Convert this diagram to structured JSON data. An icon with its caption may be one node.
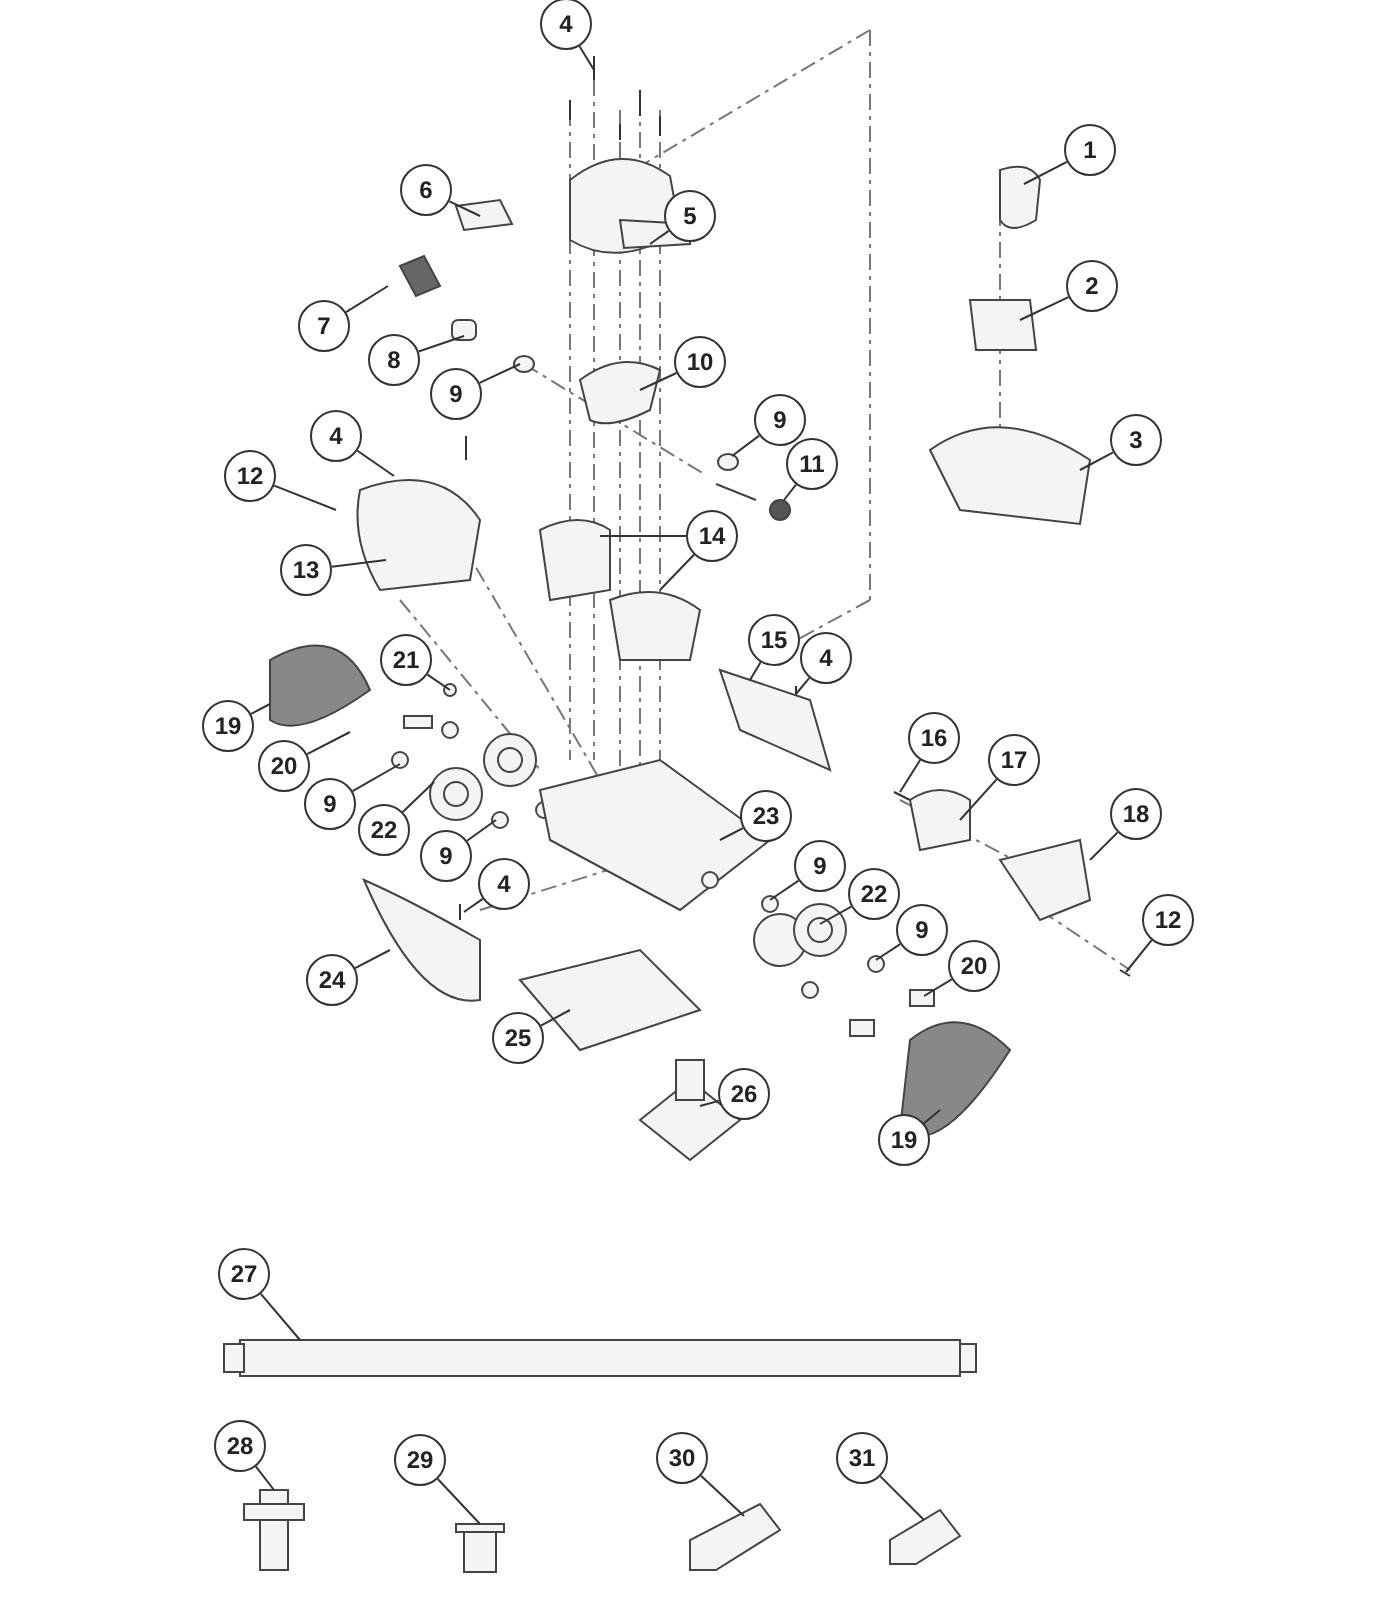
{
  "diagram": {
    "nodes": [
      {
        "text": [
          "4"
        ]
      },
      {
        "text": [
          "1"
        ]
      },
      {
        "text": [
          "6"
        ]
      },
      {
        "text": [
          "5"
        ]
      },
      {
        "text": [
          "2"
        ]
      },
      {
        "text": [
          "7"
        ]
      },
      {
        "text": [
          "8"
        ]
      },
      {
        "text": [
          "10"
        ]
      },
      {
        "text": [
          "9"
        ]
      },
      {
        "text": [
          "9"
        ]
      },
      {
        "text": [
          "4"
        ]
      },
      {
        "text": [
          "12"
        ]
      },
      {
        "text": [
          "11"
        ]
      },
      {
        "text": [
          "3"
        ]
      },
      {
        "text": [
          "13"
        ]
      },
      {
        "text": [
          "14"
        ]
      },
      {
        "text": [
          "15"
        ]
      },
      {
        "text": [
          "4"
        ]
      },
      {
        "text": [
          "21"
        ]
      },
      {
        "text": [
          "19"
        ]
      },
      {
        "text": [
          "20"
        ]
      },
      {
        "text": [
          "16"
        ]
      },
      {
        "text": [
          "17"
        ]
      },
      {
        "text": [
          "9"
        ]
      },
      {
        "text": [
          "22"
        ]
      },
      {
        "text": [
          "9"
        ]
      },
      {
        "text": [
          "18"
        ]
      },
      {
        "text": [
          "23"
        ]
      },
      {
        "text": [
          "9"
        ]
      },
      {
        "text": [
          "22"
        ]
      },
      {
        "text": [
          "9"
        ]
      },
      {
        "text": [
          "4"
        ]
      },
      {
        "text": [
          "20"
        ]
      },
      {
        "text": [
          "12"
        ]
      },
      {
        "text": [
          "24"
        ]
      },
      {
        "text": [
          "25"
        ]
      },
      {
        "text": [
          "26"
        ]
      },
      {
        "text": [
          "19"
        ]
      },
      {
        "text": [
          "27"
        ]
      },
      {
        "text": [
          "28"
        ]
      },
      {
        "text": [
          "29"
        ]
      },
      {
        "text": [
          "30"
        ]
      },
      {
        "text": [
          "31"
        ]
      }
    ],
    "edges": [
      {
        "from": 0,
        "to": null,
        "arrow": "none"
      },
      {
        "from": 1,
        "to": null,
        "arrow": "none"
      },
      {
        "from": 2,
        "to": null,
        "arrow": "none"
      },
      {
        "from": 3,
        "to": null,
        "arrow": "none"
      },
      {
        "from": 4,
        "to": null,
        "arrow": "none"
      },
      {
        "from": 5,
        "to": null,
        "arrow": "none"
      },
      {
        "from": 6,
        "to": null,
        "arrow": "none"
      },
      {
        "from": 7,
        "to": null,
        "arrow": "none"
      },
      {
        "from": 8,
        "to": null,
        "arrow": "none"
      },
      {
        "from": 9,
        "to": null,
        "arrow": "none"
      },
      {
        "from": 10,
        "to": null,
        "arrow": "none"
      },
      {
        "from": 11,
        "to": null,
        "arrow": "none"
      },
      {
        "from": 12,
        "to": null,
        "arrow": "none"
      },
      {
        "from": 13,
        "to": null,
        "arrow": "none"
      },
      {
        "from": 14,
        "to": null,
        "arrow": "none"
      },
      {
        "from": 15,
        "to": null,
        "arrow": "none"
      },
      {
        "from": 15,
        "to": null,
        "arrow": "none"
      },
      {
        "from": 16,
        "to": null,
        "arrow": "none"
      },
      {
        "from": 17,
        "to": null,
        "arrow": "none"
      },
      {
        "from": 18,
        "to": null,
        "arrow": "none"
      },
      {
        "from": 19,
        "to": null,
        "arrow": "none"
      },
      {
        "from": 20,
        "to": null,
        "arrow": "none"
      },
      {
        "from": 21,
        "to": null,
        "arrow": "none"
      },
      {
        "from": 22,
        "to": null,
        "arrow": "none"
      },
      {
        "from": 23,
        "to": null,
        "arrow": "none"
      },
      {
        "from": 24,
        "to": null,
        "arrow": "none"
      },
      {
        "from": 25,
        "to": null,
        "arrow": "none"
      },
      {
        "from": 26,
        "to": null,
        "arrow": "none"
      },
      {
        "from": 27,
        "to": null,
        "arrow": "none"
      },
      {
        "from": 28,
        "to": null,
        "arrow": "none"
      },
      {
        "from": 29,
        "to": null,
        "arrow": "none"
      },
      {
        "from": 30,
        "to": null,
        "arrow": "none"
      },
      {
        "from": 31,
        "to": null,
        "arrow": "none"
      },
      {
        "from": 32,
        "to": null,
        "arrow": "none"
      },
      {
        "from": 33,
        "to": null,
        "arrow": "none"
      },
      {
        "from": 34,
        "to": null,
        "arrow": "none"
      },
      {
        "from": 35,
        "to": null,
        "arrow": "none"
      },
      {
        "from": 36,
        "to": null,
        "arrow": "none"
      },
      {
        "from": 37,
        "to": null,
        "arrow": "none"
      },
      {
        "from": 38,
        "to": null,
        "arrow": "none"
      },
      {
        "from": 39,
        "to": null,
        "arrow": "none"
      },
      {
        "from": 40,
        "to": null,
        "arrow": "none"
      },
      {
        "from": 41,
        "to": null,
        "arrow": "none"
      },
      {
        "from": 42,
        "to": null,
        "arrow": "none"
      }
    ]
  }
}
